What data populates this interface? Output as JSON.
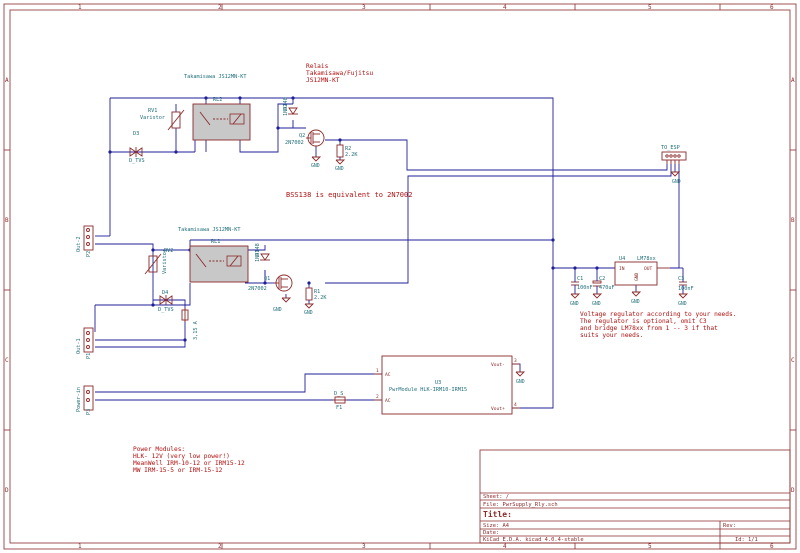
{
  "frame": {
    "col_labels": [
      "1",
      "2",
      "3",
      "4",
      "5",
      "6"
    ],
    "row_labels": [
      "A",
      "B",
      "C",
      "D"
    ]
  },
  "notes": {
    "relays_title": "Relais",
    "relays_line2": "Takamisawa/Fujitsu",
    "relays_line3": "JS12MN-KT",
    "equivalent": "BSS138 is equivalent to 2N7002",
    "regulator_l1": "Voltage regulator according to your needs.",
    "regulator_l2": "The regulator is optional, omit C3",
    "regulator_l3": "and bridge LM78xx from 1 -- 3 if that",
    "regulator_l4": "suits your needs.",
    "power_l1": "Power Modules:",
    "power_l2": "HLK- 12V (very low power!)",
    "power_l3": "MeanWell IRM-10-12 or IRM15-12",
    "power_l4": "MW IRM-15-5 or IRM-15-12"
  },
  "components": {
    "rl2": {
      "ref": "RL2",
      "value": "Takamisawa JS12MN-KT"
    },
    "rl1": {
      "ref": "RL1",
      "value": "Takamisawa JS12MN-KT"
    },
    "rv1": {
      "ref": "RV1",
      "value": "Varistor"
    },
    "rv2": {
      "ref": "RV2",
      "value": "Varistor"
    },
    "d3": {
      "ref": "D3",
      "value": "D_TVS"
    },
    "d4": {
      "ref": "D4",
      "value": "D_TVS"
    },
    "d2": {
      "ref": "D2",
      "value": "1N4148"
    },
    "d1": {
      "ref": "D1",
      "value": "1N4148"
    },
    "q2": {
      "ref": "Q2",
      "value": "2N7002"
    },
    "q1": {
      "ref": "Q1",
      "value": "2N7002"
    },
    "r2": {
      "ref": "R2",
      "value": "2.2K"
    },
    "r1": {
      "ref": "R1",
      "value": "2.2K"
    },
    "p2": {
      "ref": "P2",
      "value": "Out-2"
    },
    "p1": {
      "ref": "P1",
      "value": "Out-1"
    },
    "p3": {
      "ref": "P3",
      "value": "Power-in"
    },
    "f1": {
      "ref": "F1",
      "value": "3,15 A"
    },
    "fuse": {
      "ref": "F1",
      "value": "D_S"
    },
    "u3": {
      "ref": "U3",
      "value": "PwrModule HLK-IRM10-IRM15"
    },
    "u4": {
      "ref": "U4",
      "value": "LM78xx"
    },
    "c1": {
      "ref": "C1",
      "value": "100nF"
    },
    "c2": {
      "ref": "C2",
      "value": "470uF"
    },
    "c3": {
      "ref": "C3",
      "value": "100nF"
    },
    "p4": {
      "ref": "TO_ESP",
      "value": ""
    }
  },
  "pins": {
    "ac": "AC",
    "vout_minus": "Vout-",
    "vout_plus": "Vout+",
    "in": "IN",
    "out": "OUT",
    "gnd": "GND",
    "pin_l1": "1",
    "pin_l2": "2",
    "pin_r3": "3",
    "pin_r4": "4"
  },
  "gnd_label": "GND",
  "title_block": {
    "sheet": "Sheet: /",
    "file": "File: PwrSupply_Rly.sch",
    "title": "Title:",
    "size": "Size: A4",
    "date": "Date:",
    "rev": "Rev:",
    "tool": "KiCad E.D.A.  kicad 4.0.4-stable",
    "id": "Id: 1/1"
  },
  "colors": {
    "frame": "#8b2a2a",
    "wire": "#1f1f9a",
    "reference": "#1f6f7a",
    "note": "#b01010",
    "relay_fill": "#c8c8c8"
  }
}
